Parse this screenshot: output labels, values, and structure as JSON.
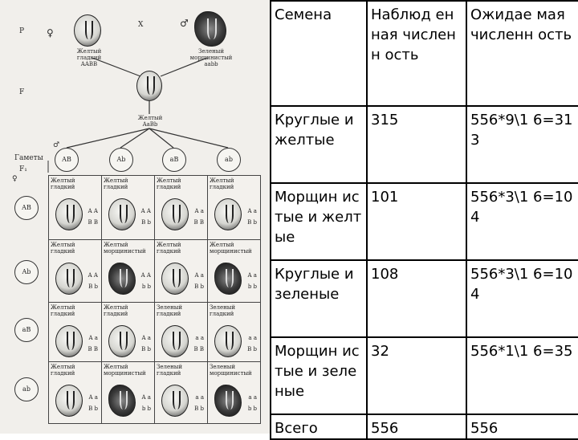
{
  "diagram": {
    "p_label": "P",
    "cross_symbol": "X",
    "female_symbol": "♀",
    "male_symbol": "♂",
    "parent_female": {
      "color": "Желтый",
      "shape": "гладкий",
      "genotype": "AABB"
    },
    "parent_male": {
      "color": "Зеленый",
      "shape": "морщинистый",
      "genotype": "aabb"
    },
    "f_label": "F",
    "f1_hybrid": {
      "color": "Желтый",
      "shape": "гладкий",
      "genotype": "AaBb"
    },
    "gametes_label": "Гаметы",
    "f1_label": "F₁",
    "gametes_top": [
      "AB",
      "Ab",
      "aB",
      "ab"
    ],
    "gametes_left": [
      "AB",
      "Ab",
      "aB",
      "ab"
    ],
    "punnett": [
      [
        {
          "name": "Желтый гладкий",
          "g1": "A A",
          "g2": "B B",
          "type": "smooth"
        },
        {
          "name": "Желтый гладкий",
          "g1": "A A",
          "g2": "B b",
          "type": "smooth"
        },
        {
          "name": "Желтый гладкий",
          "g1": "A a",
          "g2": "B B",
          "type": "smooth"
        },
        {
          "name": "Желтый гладкий",
          "g1": "A a",
          "g2": "B b",
          "type": "smooth"
        }
      ],
      [
        {
          "name": "Желтый гладкий",
          "g1": "A A",
          "g2": "B b",
          "type": "smooth"
        },
        {
          "name": "Желтый морщинистый",
          "g1": "A A",
          "g2": "b b",
          "type": "wrinkled"
        },
        {
          "name": "Желтый гладкий",
          "g1": "A a",
          "g2": "B b",
          "type": "smooth"
        },
        {
          "name": "Желтый морщинистый",
          "g1": "A a",
          "g2": "b b",
          "type": "wrinkled"
        }
      ],
      [
        {
          "name": "Желтый гладкий",
          "g1": "A a",
          "g2": "B B",
          "type": "smooth"
        },
        {
          "name": "Желтый гладкий",
          "g1": "A a",
          "g2": "B b",
          "type": "smooth"
        },
        {
          "name": "Зеленый гладкий",
          "g1": "a a",
          "g2": "B B",
          "type": "smooth"
        },
        {
          "name": "Зеленый гладкий",
          "g1": "a a",
          "g2": "B b",
          "type": "smooth"
        }
      ],
      [
        {
          "name": "Желтый гладкий",
          "g1": "A a",
          "g2": "B b",
          "type": "smooth"
        },
        {
          "name": "Желтый морщинистый",
          "g1": "A a",
          "g2": "b b",
          "type": "wrinkled"
        },
        {
          "name": "Зеленый гладкий",
          "g1": "a a",
          "g2": "B b",
          "type": "smooth"
        },
        {
          "name": "Зеленый морщинистый",
          "g1": "a a",
          "g2": "b b",
          "type": "wrinkled"
        }
      ]
    ]
  },
  "table": {
    "header": [
      "Семена",
      "Наблюд енная численн ость",
      "Ожидае мая численн ость"
    ],
    "rows": [
      [
        "Круглые и желтые",
        "315",
        "556*9\\1 6=313"
      ],
      [
        "Морщин истые и желтые",
        "101",
        "556*3\\1 6=104"
      ],
      [
        "Круглые и зеленые",
        "108",
        "556*3\\1 6=104"
      ],
      [
        "Морщин истые и зеленые",
        "32",
        "556*1\\1 6=35"
      ],
      [
        "Всего",
        "556",
        "556"
      ]
    ]
  }
}
